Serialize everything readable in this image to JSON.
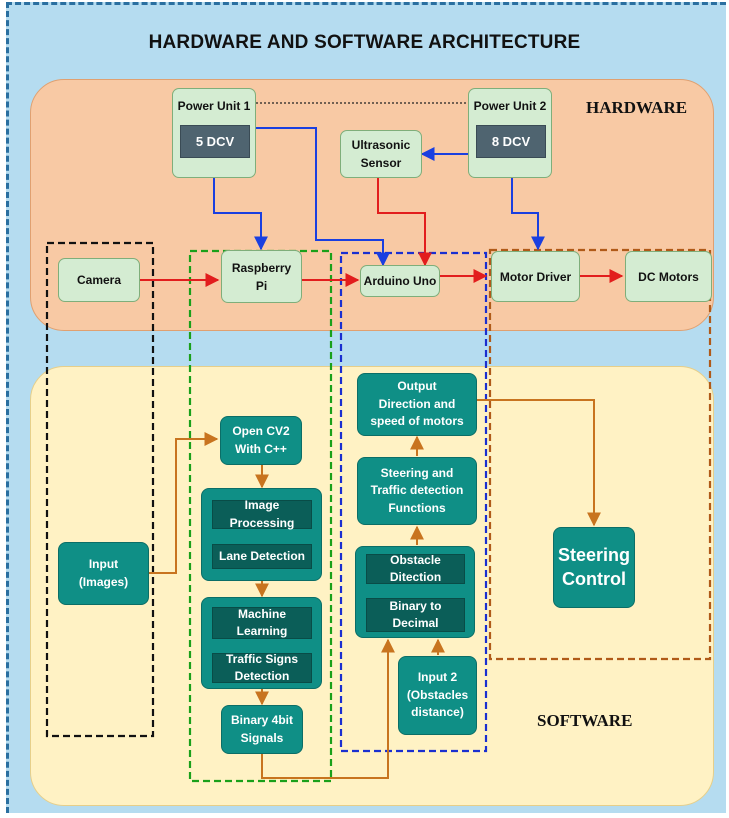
{
  "title": "HARDWARE AND SOFTWARE ARCHITECTURE",
  "sections": {
    "hardware": "HARDWARE",
    "software": "SOFTWARE"
  },
  "colors": {
    "power_line": "#1a3fe0",
    "signal_line": "#e21d1d",
    "software_flow": "#c8741f",
    "group_camera": "#111111",
    "group_raspberry": "#1aa01a",
    "group_arduino": "#1a2fd0",
    "group_motor": "#b05a18"
  },
  "hardware": {
    "power_unit_1": {
      "label": "Power Unit 1",
      "value": "5 DCV"
    },
    "power_unit_2": {
      "label": "Power Unit 2",
      "value": "8 DCV"
    },
    "ultrasonic": [
      "Ultrasonic",
      "Sensor"
    ],
    "camera": "Camera",
    "raspberry": [
      "Raspberry",
      "Pi"
    ],
    "arduino": "Arduino Uno",
    "motor_driver": "Motor Driver",
    "dc_motors": "DC Motors"
  },
  "software": {
    "input_images": [
      "Input",
      "(Images)"
    ],
    "opencv": [
      "Open CV2",
      "With C++"
    ],
    "image_processing": "Image Processing",
    "lane_detection": "Lane Detection",
    "machine_learning": "Machine Learning",
    "traffic_signs": "Traffic Signs Detection",
    "binary_signals": [
      "Binary 4bit",
      "Signals"
    ],
    "output": [
      "Output",
      "Direction and",
      "speed of motors"
    ],
    "steering_functions": [
      "Steering and",
      "Traffic detection",
      "Functions"
    ],
    "obstacle_detection": "Obstacle Ditection",
    "binary_decimal": "Binary to Decimal",
    "input_2": [
      "Input 2",
      "(Obstacles",
      "distance)"
    ],
    "steering_control": [
      "Steering",
      "Control"
    ]
  }
}
